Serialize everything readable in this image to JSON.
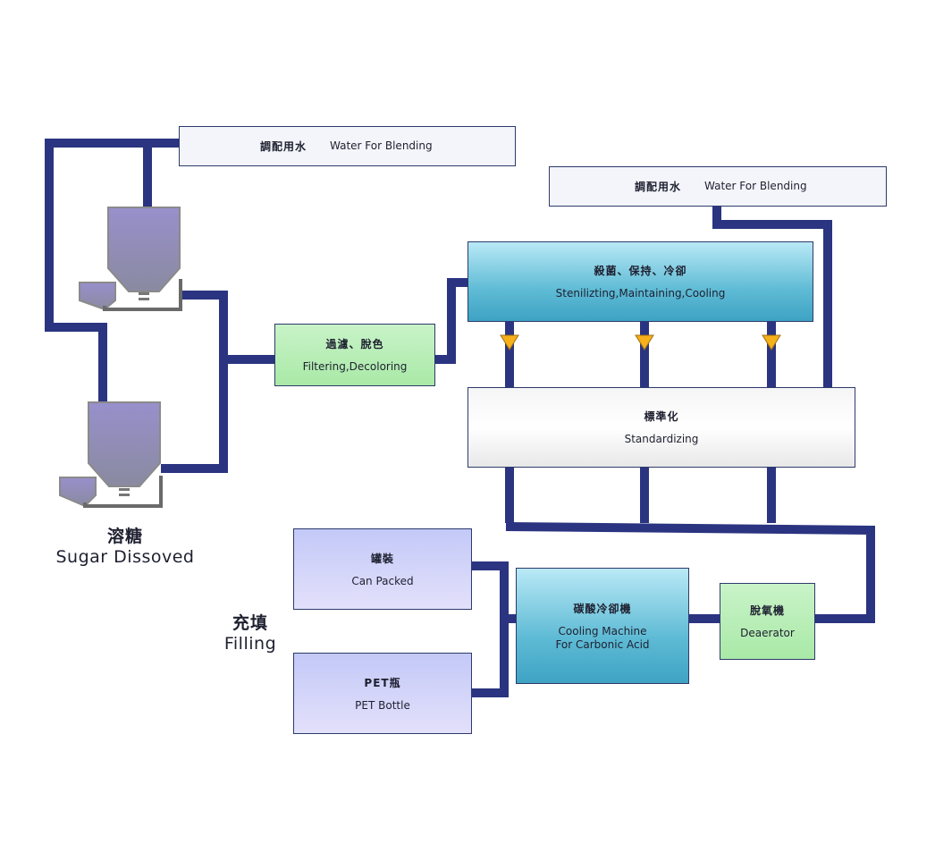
{
  "water_top": {
    "zh": "調配用水",
    "en": "Water For Blending"
  },
  "water_right": {
    "zh": "調配用水",
    "en": "Water For Blending"
  },
  "filtering": {
    "zh": "過濾、脫色",
    "en": "Filtering,Decoloring"
  },
  "sterilizing": {
    "zh": "殺菌、保持、冷卻",
    "en": "Stenilizting,Maintaining,Cooling"
  },
  "standardizing": {
    "zh": "標準化",
    "en": "Standardizing"
  },
  "can_packed": {
    "zh": "罐裝",
    "en": "Can Packed"
  },
  "pet_bottle": {
    "zh": "PET瓶",
    "en": "PET Bottle"
  },
  "cooling_machine": {
    "zh": "碳酸冷卻機",
    "en": "Cooling Machine\nFor Carbonic Acid"
  },
  "deaerator": {
    "zh": "脫氧機",
    "en": "Deaerator"
  },
  "sugar": {
    "zh": "溶糖",
    "en": "Sugar Dissoved"
  },
  "filling": {
    "zh": "充填",
    "en": "Filling"
  },
  "colors": {
    "pipe": "#2b3480",
    "tank": "#9a92c6",
    "valve": "#f5b01a"
  }
}
